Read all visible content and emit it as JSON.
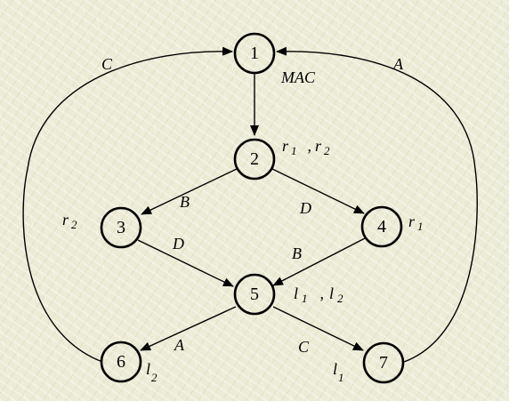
{
  "nodes": [
    {
      "id": "1",
      "label": "1"
    },
    {
      "id": "2",
      "label": "2"
    },
    {
      "id": "3",
      "label": "3"
    },
    {
      "id": "4",
      "label": "4"
    },
    {
      "id": "5",
      "label": "5"
    },
    {
      "id": "6",
      "label": "6"
    },
    {
      "id": "7",
      "label": "7"
    }
  ],
  "edges": [
    {
      "from": "1",
      "to": "2",
      "label": ""
    },
    {
      "from": "2",
      "to": "3",
      "label": "B"
    },
    {
      "from": "2",
      "to": "4",
      "label": "D"
    },
    {
      "from": "3",
      "to": "5",
      "label": "D"
    },
    {
      "from": "4",
      "to": "5",
      "label": "B"
    },
    {
      "from": "5",
      "to": "6",
      "label": "A"
    },
    {
      "from": "5",
      "to": "7",
      "label": "C"
    },
    {
      "from": "6",
      "to": "1",
      "label": "C"
    },
    {
      "from": "7",
      "to": "1",
      "label": "A"
    }
  ],
  "annotations": {
    "n1": "MAC",
    "n2_a": "r",
    "n2_a_sub": "1",
    "n2_sep": ",",
    "n2_b": "r",
    "n2_b_sub": "2",
    "n3": "r",
    "n3_sub": "2",
    "n4": "r",
    "n4_sub": "1",
    "n5_a": "l",
    "n5_a_sub": "1",
    "n5_sep": ",",
    "n5_b": "l",
    "n5_b_sub": "2",
    "n6": "l",
    "n6_sub": "2",
    "n7": "l",
    "n7_sub": "1"
  }
}
